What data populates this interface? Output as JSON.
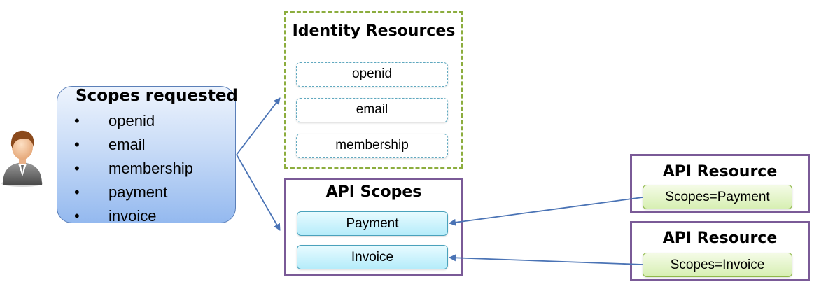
{
  "scopes_requested": {
    "title": "Scopes requested",
    "bullet": "•",
    "items": [
      "openid",
      "email",
      "membership",
      "payment",
      "invoice"
    ]
  },
  "identity_resources": {
    "title": "Identity Resources",
    "items": [
      "openid",
      "email",
      "membership"
    ]
  },
  "api_scopes": {
    "title": "API Scopes",
    "items": [
      "Payment",
      "Invoice"
    ]
  },
  "api_resources": [
    {
      "title": "API Resource",
      "scope_label": "Scopes=Payment"
    },
    {
      "title": "API Resource",
      "scope_label": "Scopes=Invoice"
    }
  ],
  "colors": {
    "arrow": "#4a73b5",
    "identity_border": "#8cad3e",
    "api_border": "#7a5a97"
  },
  "icons": {
    "user": "user-icon"
  }
}
